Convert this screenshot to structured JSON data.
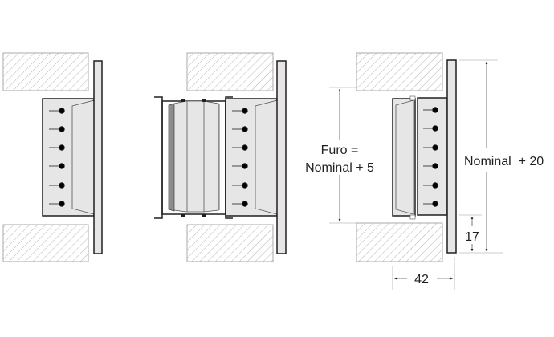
{
  "labels": {
    "hole_line1": "Furo =",
    "hole_line2": "Nominal + 5",
    "overall": "Nominal  + 20",
    "flange": "17",
    "depth": "42"
  },
  "colors": {
    "stroke": "#231f20",
    "fill_light": "#e6e6e7",
    "fill_dark": "#8c8c8c",
    "hatch": "#b3b3b3"
  }
}
